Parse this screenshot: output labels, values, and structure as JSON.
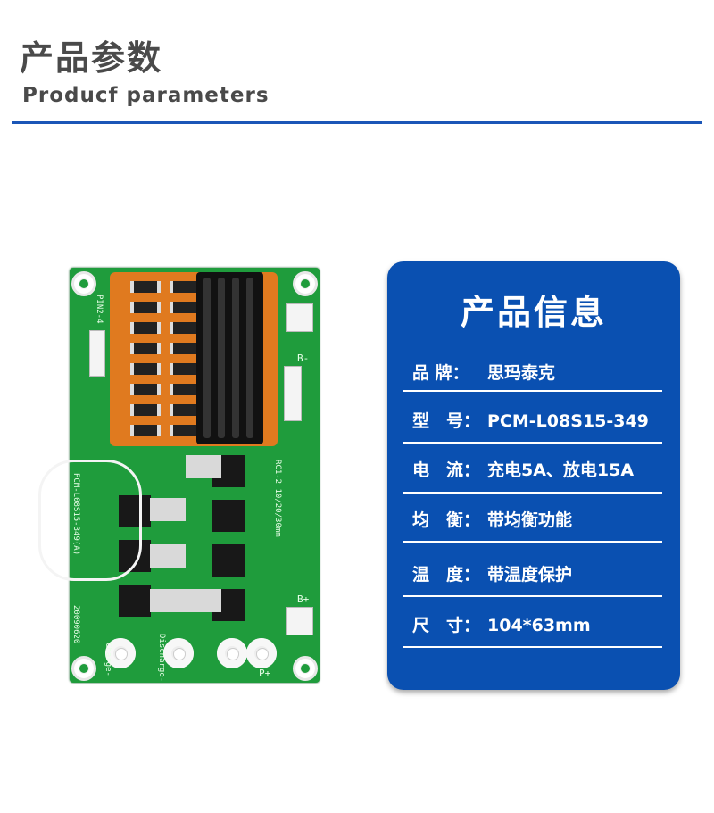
{
  "header": {
    "title_cn": "产品参数",
    "title_en": "Producf parameters",
    "accent": "#1b56b7"
  },
  "product_image": {
    "alt_silkscreen": [
      "PCM-L08S15-349(A)",
      "Charge-",
      "Discharge-",
      "P+",
      "B+",
      "B-",
      "PIN2-4",
      "RC1-2 10/20/30mm",
      "20090620"
    ]
  },
  "info_card": {
    "title": "产品信息",
    "background": "#0a50b1",
    "rows": [
      {
        "label": "品 牌：",
        "value": "思玛泰克"
      },
      {
        "label": "型　号：",
        "value": "PCM-L08S15-349"
      },
      {
        "label": "电　流：",
        "value": "充电5A、放电15A"
      },
      {
        "label": "均　衡：",
        "value": "带均衡功能"
      },
      {
        "label": "温　度：",
        "value": "带温度保护"
      },
      {
        "label": "尺　寸：",
        "value": "104*63mm"
      }
    ]
  }
}
